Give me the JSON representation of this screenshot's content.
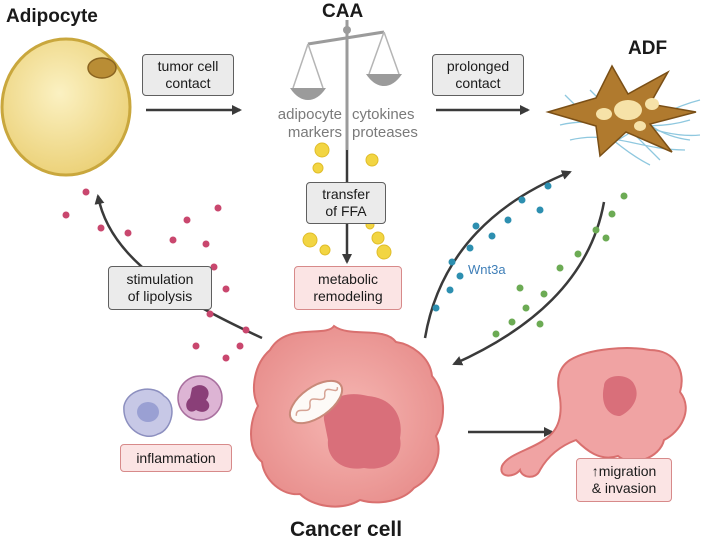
{
  "labels": {
    "adipocyte": "Adipocyte",
    "caa": "CAA",
    "adf": "ADF",
    "cancer_cell": "Cancer cell",
    "wnt3a": "Wnt3a"
  },
  "boxes": {
    "tumor_contact_1": "tumor cell",
    "tumor_contact_2": "contact",
    "prolonged_1": "prolonged",
    "prolonged_2": "contact",
    "transfer_1": "transfer",
    "transfer_2": "of FFA",
    "stim_1": "stimulation",
    "stim_2": "of lipolysis",
    "metabolic_1": "metabolic",
    "metabolic_2": "remodeling",
    "inflammation": "inflammation",
    "migration_1": "↑migration",
    "migration_2": "& invasion"
  },
  "scale_labels": {
    "left_1": "adipocyte",
    "left_2": "markers",
    "right_1": "cytokines",
    "right_2": "proteases"
  },
  "colors": {
    "adipocyte_fill": "#f4e39a",
    "cancer_fill": "#f0a3a3",
    "nucleus_fill": "#d96f7a",
    "fibroblast_fill": "#b07a2e",
    "dot_pink": "#c9476e",
    "dot_blue": "#2d8fb0",
    "dot_green": "#6cab54",
    "ffa_yellow": "#f2d542"
  }
}
